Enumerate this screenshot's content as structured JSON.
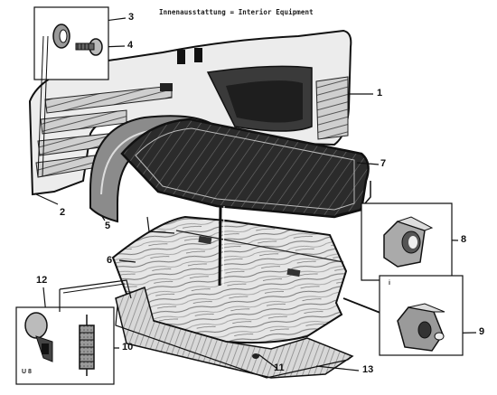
{
  "title": "Innenausstattung = Interior Equipment",
  "callouts": [
    {
      "id": "1",
      "label": "1"
    },
    {
      "id": "2",
      "label": "2"
    },
    {
      "id": "3",
      "label": "3"
    },
    {
      "id": "4",
      "label": "4"
    },
    {
      "id": "5",
      "label": "5"
    },
    {
      "id": "6",
      "label": "6"
    },
    {
      "id": "7",
      "label": "7"
    },
    {
      "id": "8",
      "label": "8"
    },
    {
      "id": "9",
      "label": "9"
    },
    {
      "id": "10",
      "label": "10"
    },
    {
      "id": "11",
      "label": "11"
    },
    {
      "id": "12",
      "label": "12"
    },
    {
      "id": "13",
      "label": "13"
    }
  ],
  "inset_marks": {
    "box_left_tag": "U 8",
    "box_right_tag": "i"
  }
}
